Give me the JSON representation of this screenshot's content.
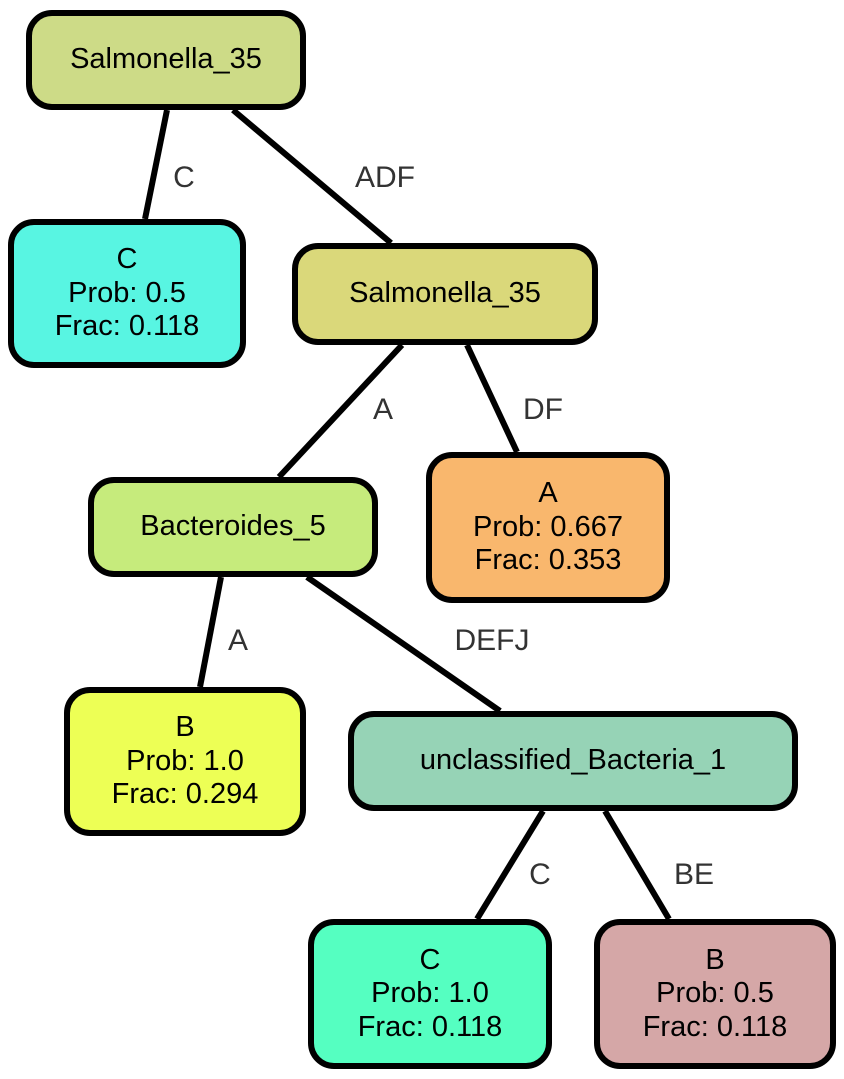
{
  "nodes": {
    "root": {
      "label": "Salmonella_35",
      "color": "#cddb87"
    },
    "leaf_c1": {
      "name": "C",
      "prob": "Prob: 0.5",
      "frac": "Frac: 0.118",
      "color": "#58f5e2"
    },
    "mid": {
      "label": "Salmonella_35",
      "color": "#dad87a"
    },
    "bacteroides": {
      "label": "Bacteroides_5",
      "color": "#c6eb7c"
    },
    "leaf_a": {
      "name": "A",
      "prob": "Prob: 0.667",
      "frac": "Frac: 0.353",
      "color": "#f9b76d"
    },
    "leaf_b1": {
      "name": "B",
      "prob": "Prob: 1.0",
      "frac": "Frac: 0.294",
      "color": "#edff55"
    },
    "unclassified": {
      "label": "unclassified_Bacteria_1",
      "color": "#96d3b6"
    },
    "leaf_c2": {
      "name": "C",
      "prob": "Prob: 1.0",
      "frac": "Frac: 0.118",
      "color": "#55ffc1"
    },
    "leaf_b2": {
      "name": "B",
      "prob": "Prob: 0.5",
      "frac": "Frac: 0.118",
      "color": "#d5a7a7"
    }
  },
  "edges": {
    "root_c1": "C",
    "root_mid": "ADF",
    "mid_bacteroides": "A",
    "mid_a": "DF",
    "bacteroides_b1": "A",
    "bacteroides_unclassified": "DEFJ",
    "unclassified_c2": "C",
    "unclassified_b2": "BE"
  }
}
